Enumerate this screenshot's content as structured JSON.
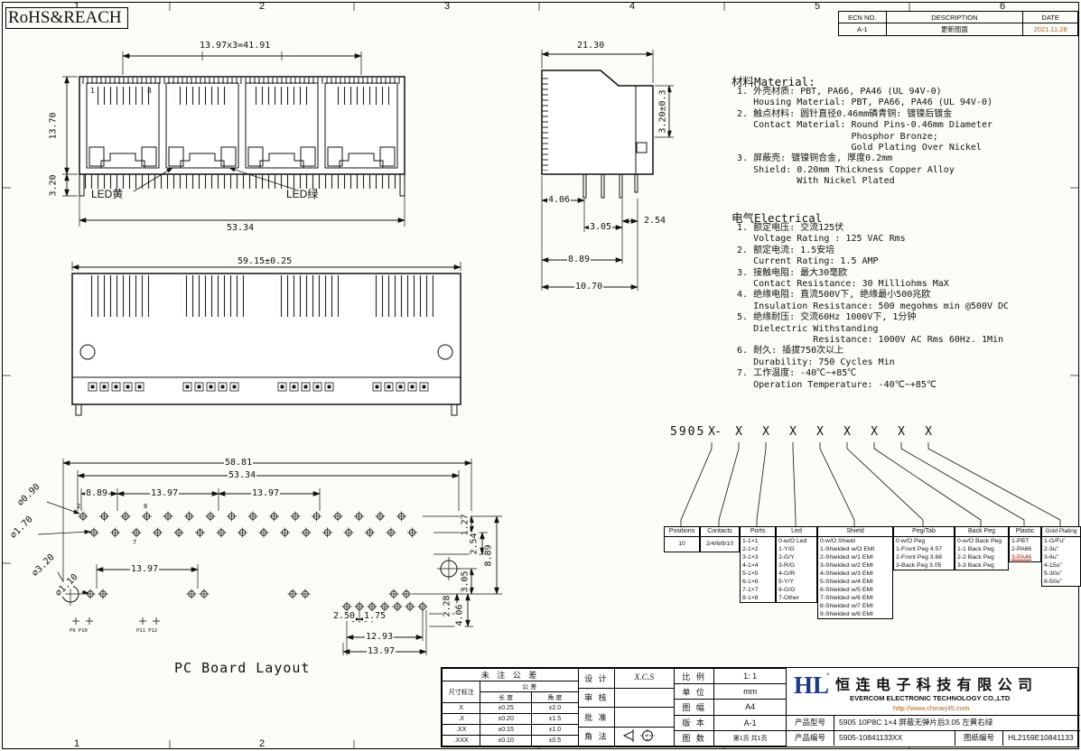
{
  "sheet": {
    "standard_label": "RoHS&REACH",
    "zone_numbers": [
      "1",
      "2",
      "3",
      "4",
      "5",
      "6"
    ]
  },
  "colors": {
    "led_yellow": "#f0d800",
    "led_green": "#2cc62c",
    "accent_orange": "#b4641e",
    "highlight_red": "#cc1100",
    "logo_blue": "#173a8a"
  },
  "ecn": {
    "headers": [
      "ECN NO.",
      "DESCRIPTION",
      "DATE"
    ],
    "no": "A-1",
    "description": "更新图面",
    "date": "2021.11.28"
  },
  "views": {
    "front": {
      "dim_pitch": "13.97x3=41.91",
      "dim_height": "13.70",
      "dim_leg": "3.20",
      "dim_width": "53.34",
      "led_yellow_label": "LED黄",
      "led_green_label": "LED绿",
      "pin_first": "1",
      "pin_last": "8"
    },
    "side": {
      "dim_depth": "21.30",
      "dim_peg": "3.20±0.3",
      "dim_a": "4.06",
      "dim_b": "3.05",
      "dim_c": "2.54",
      "dim_d": "8.89",
      "dim_e": "10.70"
    },
    "rear": {
      "dim_width": "59.15±0.25"
    },
    "pcb": {
      "caption": "PC Board Layout",
      "dim_total": "58.81",
      "dim_width": "53.34",
      "dim_a": "8.89",
      "dim_pitch1": "13.97",
      "dim_pitch2": "13.97",
      "dim_pitch_mid": "13.97",
      "dim_r1": "1.27",
      "dim_r2": "2.54",
      "dim_r3": "8.89",
      "dim_r4": "3.05",
      "dim_r5": "2.28",
      "dim_r6": "4.06",
      "dim_b1": "2.50",
      "dim_b2": "1.75",
      "dim_b3": "12.93",
      "dim_b4": "13.97",
      "dia_1": "⌀0.90",
      "dia_2": "⌀1.70",
      "dia_3": "⌀3.20",
      "dia_4": "⌀1.10",
      "pin2": "2",
      "pin8": "8",
      "pin7": "7",
      "pads_left": "P9 P10",
      "pads_right": "P11 P12"
    }
  },
  "specs": {
    "material_title": "材料Material:",
    "material_lines": [
      " 1. 外壳材质: PBT, PA66, PA46 (UL 94V-0)",
      "    Housing Material: PBT, PA66, PA46 (UL 94V-0)",
      " 2. 触点材料: 圆针直径0.46mm磷青铜: 镀镍后镀金",
      "    Contact Material: Round Pins-0.46mm Diameter",
      "                      Phosphor Bronze;",
      "                      Gold Plating Over Nickel",
      " 3. 屏蔽壳: 镀镍铜合金, 厚度0.2mm",
      "    Shield: 0.20mm Thickness Copper Alloy",
      "            With Nickel Plated"
    ],
    "electrical_title": "电气Electrical",
    "electrical_lines": [
      " 1. 额定电压: 交流125伏",
      "    Voltage Rating : 125 VAC Rms",
      " 2. 额定电流: 1.5安培",
      "    Current Rating: 1.5 AMP",
      " 3. 接触电阻: 最大30毫欧",
      "    Contact Resistance: 30 Milliohms MaX",
      " 4. 绝缘电阻: 直流500V下, 绝缘最小500兆欧",
      "    Insulation Resistance: 500 megohms min @500V DC",
      " 5. 绝缘耐压: 交流60Hz 1000V下, 1分钟",
      "    Dielectric Withstanding",
      "               Resistance: 1000V AC Rms 60Hz. 1Min",
      " 6. 耐久: 插拔750次以上",
      "    Durability: 750 Cycles Min",
      " 7. 工作温度: -40℃~+85℃",
      "    Operation Temperature: -40℃~+85℃"
    ]
  },
  "ordering": {
    "prefix": "5905 -",
    "placeholders": [
      "X",
      "X",
      "X",
      "X",
      "X",
      "X",
      "X",
      "X",
      "X"
    ],
    "columns": [
      {
        "header": "Positions",
        "items": [
          "10"
        ]
      },
      {
        "header": "Contacts",
        "items": [
          "2/4/6/8/10"
        ]
      },
      {
        "header": "Ports",
        "items": [
          "1-1×1",
          "2-1×2",
          "3-1×3",
          "4-1×4",
          "5-1×5",
          "6-1×6",
          "7-1×7",
          "8-1×8"
        ]
      },
      {
        "header": "Led",
        "items": [
          "0-w/O Led",
          "1-Y/G",
          "2-G/Y",
          "3-R/G",
          "4-G/R",
          "5-Y/Y",
          "6-G/G",
          "7-Other"
        ]
      },
      {
        "header": "Shield",
        "items": [
          "0-w/O Shield",
          "1-Shielded w/O EMI",
          "2-Shielded w/1 EMI",
          "3-Shielded w/2 EMI",
          "4-Shielded w/3 EMI",
          "5-Shielded w/4 EMI",
          "6-Shielded w/5 EMI",
          "7-Shielded w/6 EMI",
          "8-Shielded w/7 EMI",
          "9-Shielded w/8 EMI"
        ]
      },
      {
        "header": "Peg/Tab",
        "items": [
          "0-w/O Peg",
          "1-Front Peg 4.57",
          "2-Front Peg 3.68",
          "3-Back Peg 3.05"
        ]
      },
      {
        "header": "Back Peg",
        "items": [
          "0-w/O Back Peg",
          "1-1 Back Peg",
          "2-2 Back Peg",
          "3-3 Back Peg"
        ]
      },
      {
        "header": "Plastic",
        "items": [
          "1-PBT",
          "2-PA66",
          "3-PA46"
        ],
        "highlight": 2
      },
      {
        "header": "Gold Plating",
        "items": [
          "1-G/Fu\"",
          "2-3u\"",
          "3-6u\"",
          "4-15u\"",
          "5-30u\"",
          "6-50u\""
        ]
      }
    ]
  },
  "titleblock": {
    "tolerance": {
      "title": "未 注 公 差",
      "col_label": "尺寸标注",
      "tol_label": "公  差",
      "len_label": "长 度",
      "ang_label": "角 度",
      "rows": [
        [
          "X",
          "±0.25",
          "±2.0"
        ],
        [
          ".X",
          "±0.20",
          "±1.5"
        ],
        [
          ".XX",
          "±0.15",
          "±1.0"
        ],
        [
          ".XXX",
          "±0.10",
          "±0.5"
        ]
      ]
    },
    "sign": {
      "design_label": "设 计",
      "design_value": "X.C.S",
      "check_label": "审 核",
      "check_value": "",
      "approve_label": "批 准",
      "approve_value": "",
      "method_label": "角 法"
    },
    "info": {
      "scale_label": "比 例",
      "scale_value": "1: 1",
      "unit_label": "单 位",
      "unit_value": "mm",
      "size_label": "图 幅",
      "size_value": "A4",
      "rev_label": "版 本",
      "rev_value": "A-1",
      "pages_label": "图 数",
      "pages_value": "第1页 共1页"
    },
    "company": {
      "logo": "HL",
      "logo_mark": "°",
      "name": "恒 连 电 子 科 技 有 限 公 司",
      "name_en": "EVERCOM ELECTRONIC TECHNOLOGY CO.,LTD",
      "url": "http://www.chinarj45.com"
    },
    "product": {
      "model_label": "产品型号",
      "model_value": "5905 10P8C 1×4 屏蔽无弹片后3.05 左黄右绿",
      "code_label": "产品编号",
      "code_value": "5905-10841133XX",
      "drawing_label": "图纸编号",
      "drawing_value": "HL2159E10841133"
    }
  }
}
